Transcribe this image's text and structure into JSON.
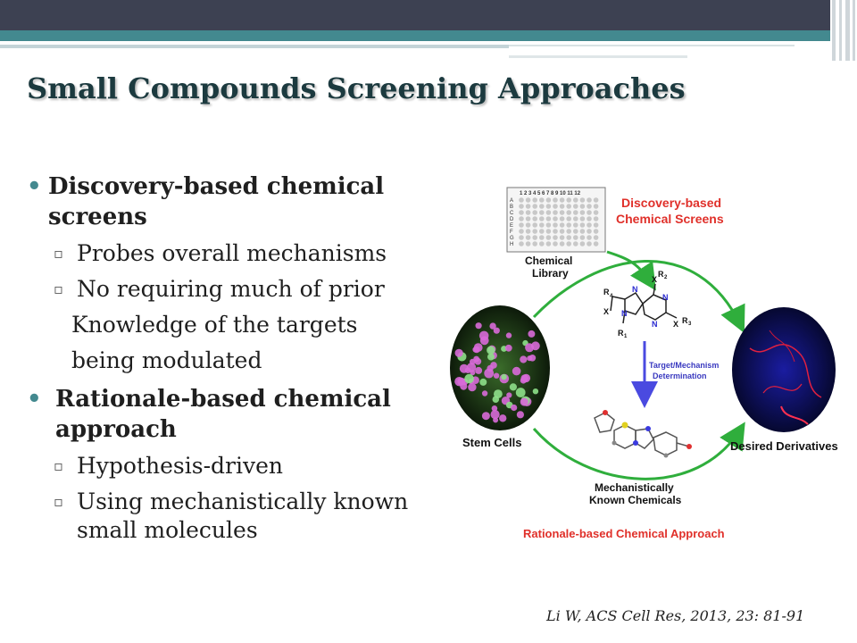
{
  "slide": {
    "title": "Small Compounds Screening Approaches",
    "bullets": [
      {
        "heading_lines": [
          "Discovery-based chemical",
          "screens"
        ],
        "sub_items": [
          "Probes overall mechanisms",
          "No requiring much of prior"
        ],
        "continuation_lines": [
          "Knowledge of the targets",
          "being modulated"
        ]
      },
      {
        "heading_lines": [
          "Rationale-based chemical",
          "approach"
        ],
        "sub_items": [
          "Hypothesis-driven",
          "Using mechanistically known",
          "small molecules"
        ]
      }
    ],
    "citation": "Li W,  ACS Cell Res, 2013, 23: 81-91"
  },
  "figure": {
    "plate_columns": "1 2 3 4 5 6 7 8 9 10 11 12",
    "plate_rows": [
      "A",
      "B",
      "C",
      "D",
      "E",
      "F",
      "G",
      "H"
    ],
    "labels": {
      "discovery": [
        "Discovery-based",
        "Chemical Screens"
      ],
      "library": [
        "Chemical",
        "Library"
      ],
      "target": [
        "Target/Mechanism",
        "Determination"
      ],
      "stem": "Stem Cells",
      "derivatives": "Desired Derivatives",
      "known": [
        "Mechanistically",
        "Known Chemicals"
      ],
      "rationale": "Rationale-based Chemical Approach",
      "r2": "R",
      "r2_sub": "2",
      "r3": "R",
      "r3_sub": "3",
      "r4": "R",
      "r4_sub": "4",
      "r1": "R",
      "r1_sub": "1",
      "x": "X",
      "n": "N"
    },
    "colors": {
      "red_label": "#e0302a",
      "arrow_green": "#2fae3c",
      "arrow_blue": "#4a4ae0"
    }
  }
}
